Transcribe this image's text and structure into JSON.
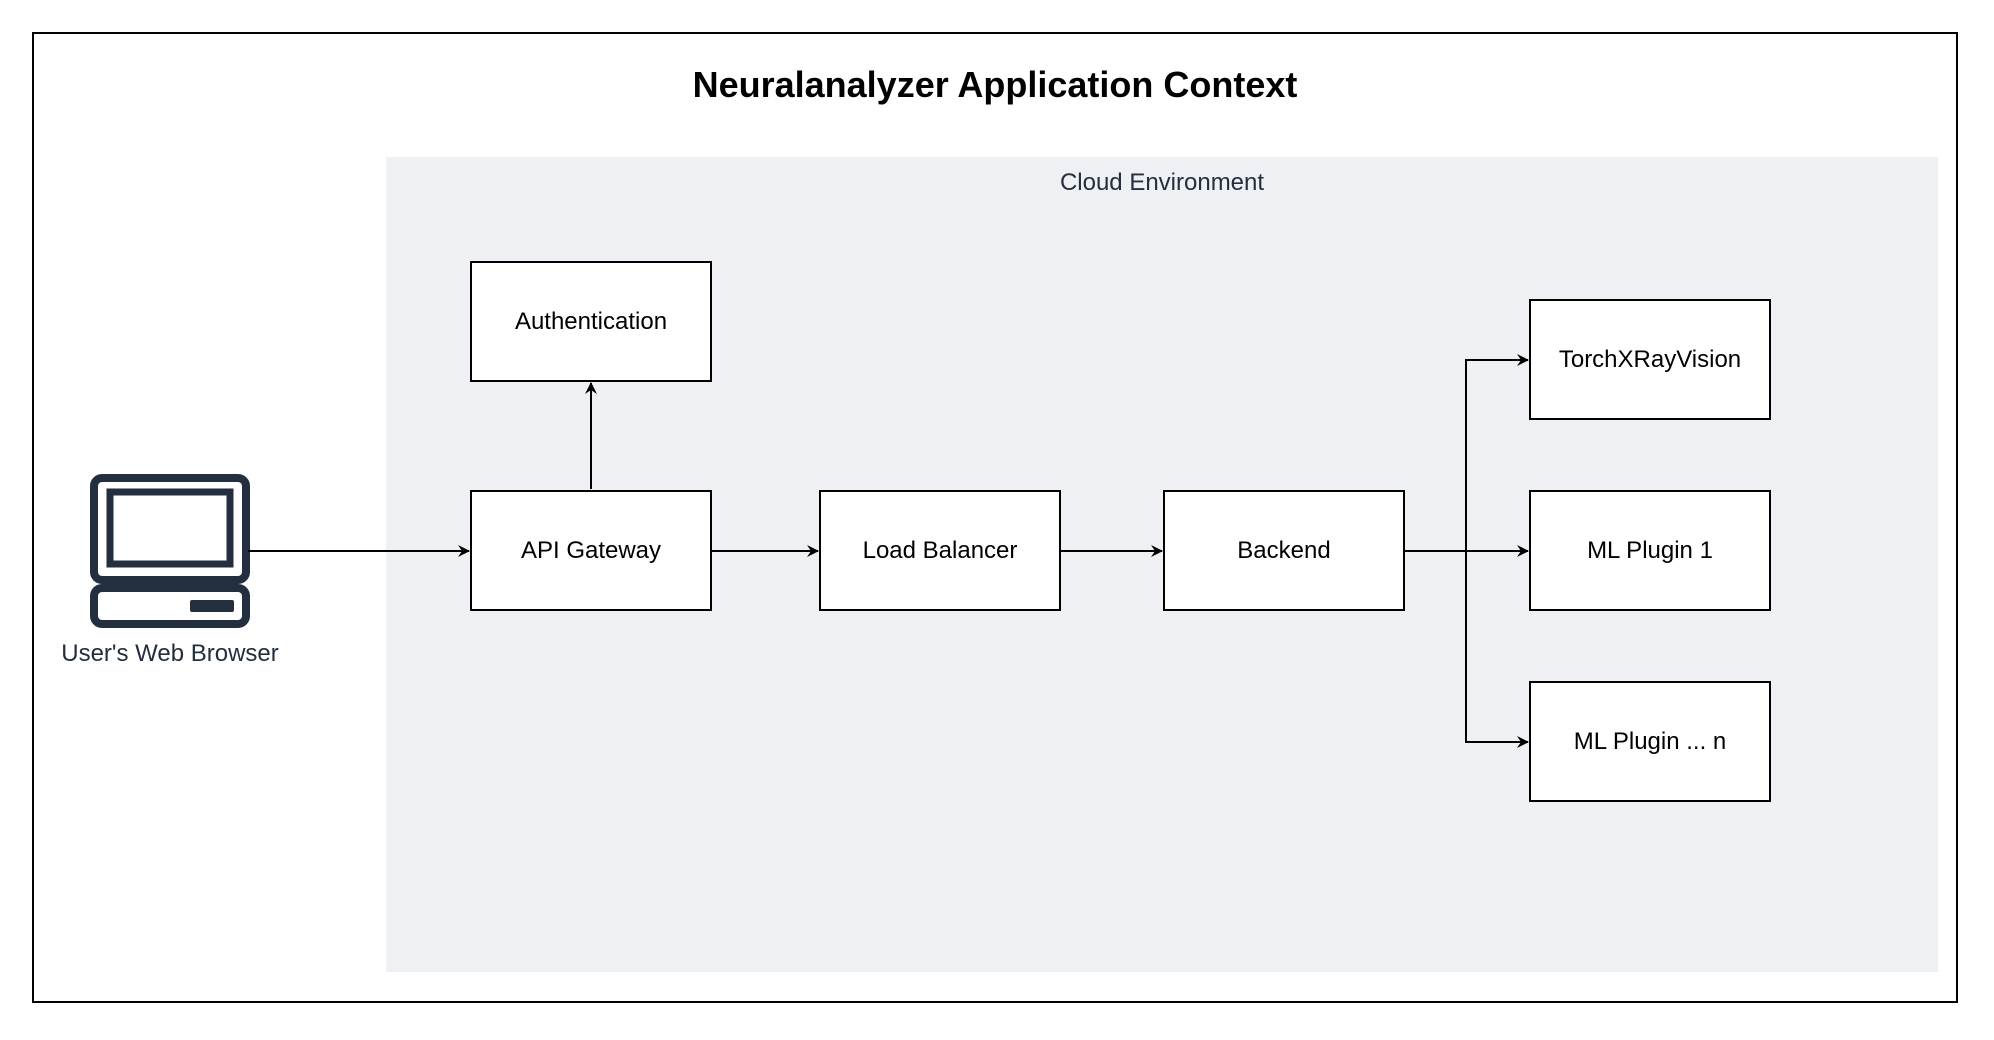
{
  "diagram": {
    "title": "Neuralanalyzer Application Context",
    "cloud_label": "Cloud Environment",
    "browser_label": "User's Web Browser",
    "nodes": {
      "authentication": "Authentication",
      "api_gateway": "API Gateway",
      "load_balancer": "Load Balancer",
      "backend": "Backend",
      "torchxrayvision": "TorchXRayVision",
      "ml_plugin_1": "ML Plugin 1",
      "ml_plugin_n": "ML Plugin ... n"
    },
    "icons": {
      "browser": "computer-icon"
    },
    "colors": {
      "cloud_fill": "#eff0f3",
      "icon_color": "#232f3e",
      "stroke": "#000000"
    }
  }
}
